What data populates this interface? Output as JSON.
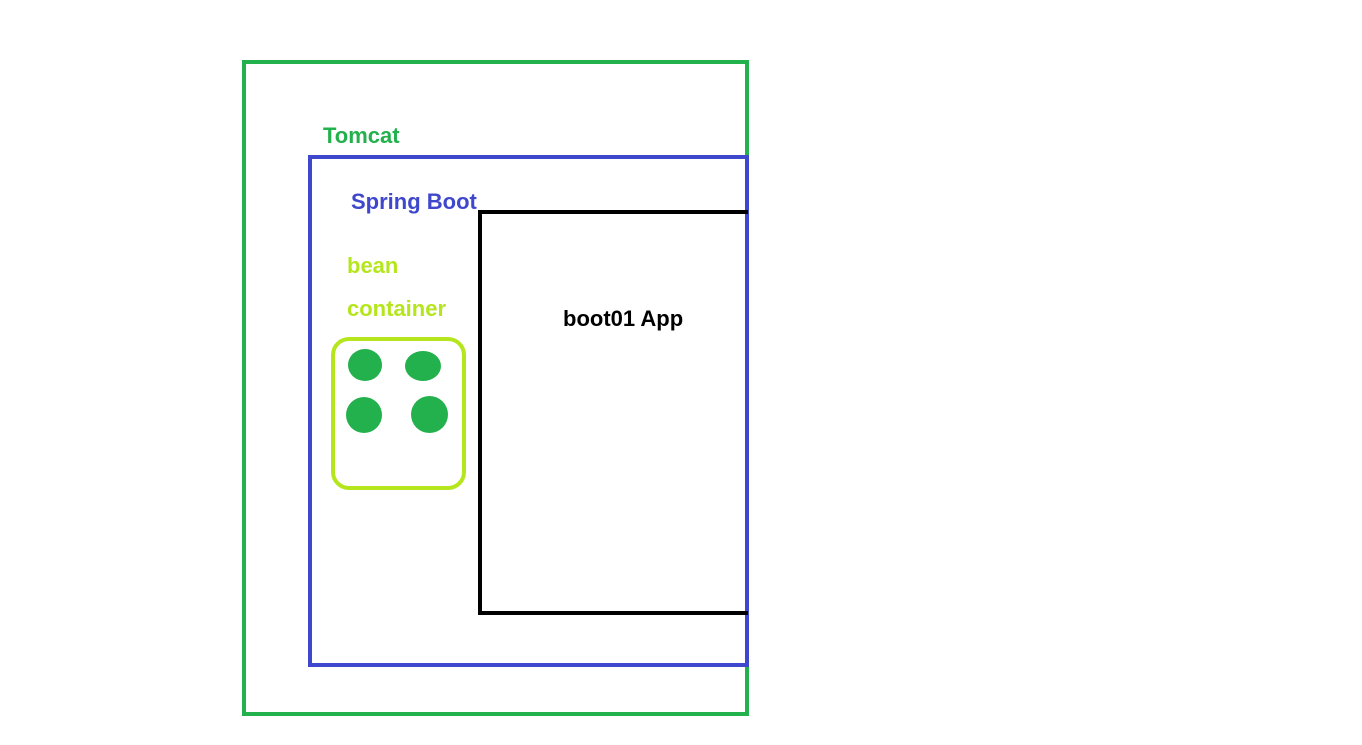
{
  "diagram": {
    "tomcat": {
      "label": "Tomcat",
      "color": "#22b14c"
    },
    "spring_boot": {
      "label": "Spring Boot",
      "color": "#3f48cc"
    },
    "bean_container": {
      "label_line1": "bean",
      "label_line2": "container",
      "color": "#b5e61d",
      "bean_color": "#22b14c",
      "bean_count": 4
    },
    "app": {
      "label": "boot01 App",
      "color": "#000000"
    }
  }
}
